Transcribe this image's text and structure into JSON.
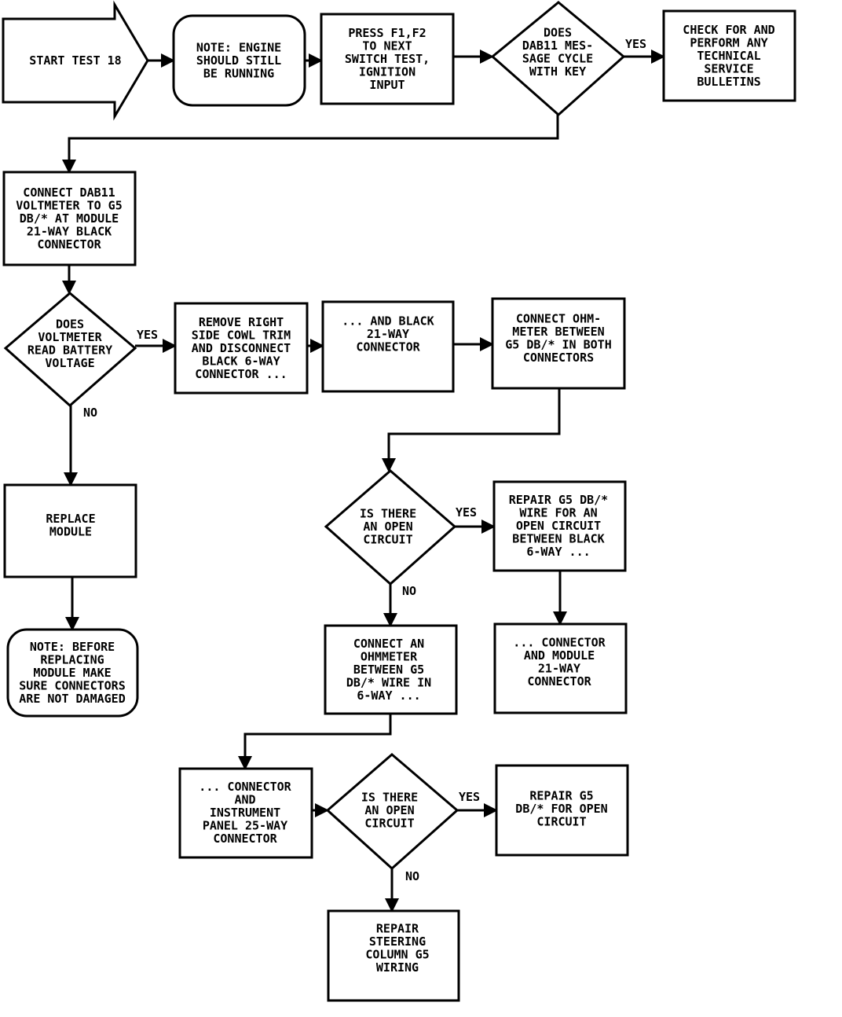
{
  "nodes": {
    "start": [
      "START TEST 18"
    ],
    "note_engine": [
      "NOTE: ENGINE",
      "SHOULD STILL",
      "BE RUNNING"
    ],
    "press_f1f2": [
      "PRESS F1,F2",
      "TO NEXT",
      "SWITCH TEST,",
      "IGNITION",
      "INPUT"
    ],
    "does_dab_msg": [
      "DOES",
      "DAB11 MES-",
      "SAGE CYCLE",
      "WITH KEY"
    ],
    "check_tsb": [
      "CHECK FOR AND",
      "PERFORM ANY",
      "TECHNICAL",
      "SERVICE",
      "BULLETINS"
    ],
    "connect_voltmeter": [
      "CONNECT DAB11",
      "VOLTMETER TO G5",
      "DB/* AT MODULE",
      "21-WAY BLACK",
      "CONNECTOR"
    ],
    "does_voltmeter": [
      "DOES",
      "VOLTMETER",
      "READ BATTERY",
      "VOLTAGE"
    ],
    "remove_cowl": [
      "REMOVE RIGHT",
      "SIDE COWL TRIM",
      "AND DISCONNECT",
      "BLACK 6-WAY",
      "CONNECTOR ..."
    ],
    "and_black": [
      "... AND BLACK",
      "21-WAY",
      "CONNECTOR"
    ],
    "connect_ohm_both": [
      "CONNECT OHM-",
      "METER BETWEEN",
      "G5 DB/* IN BOTH",
      "CONNECTORS"
    ],
    "replace_module": [
      "REPLACE",
      "MODULE"
    ],
    "note_before": [
      "NOTE: BEFORE",
      "REPLACING",
      "MODULE MAKE",
      "SURE CONNECTORS",
      "ARE NOT DAMAGED"
    ],
    "is_open_1": [
      "IS THERE",
      "AN OPEN",
      "CIRCUIT"
    ],
    "repair_g5_wire": [
      "REPAIR G5 DB/*",
      "WIRE FOR AN",
      "OPEN CIRCUIT",
      "BETWEEN BLACK",
      "6-WAY ..."
    ],
    "connector_module": [
      "... CONNECTOR",
      "AND MODULE",
      "21-WAY",
      "CONNECTOR"
    ],
    "connect_ohm_6way": [
      "CONNECT AN",
      "OHMMETER",
      "BETWEEN G5",
      "DB/* WIRE IN",
      "6-WAY ..."
    ],
    "connector_panel": [
      "... CONNECTOR",
      "AND",
      "INSTRUMENT",
      "PANEL 25-WAY",
      "CONNECTOR"
    ],
    "is_open_2": [
      "IS THERE",
      "AN OPEN",
      "CIRCUIT"
    ],
    "repair_g5_open": [
      "REPAIR G5",
      "DB/* FOR OPEN",
      "CIRCUIT"
    ],
    "repair_steering": [
      "REPAIR",
      "STEERING",
      "COLUMN G5",
      "WIRING"
    ]
  },
  "edge_labels": {
    "yes_tsb": "YES",
    "yes_volt": "YES",
    "no_volt": "NO",
    "yes_open1": "YES",
    "no_open1": "NO",
    "yes_open2": "YES",
    "no_open2": "NO"
  }
}
